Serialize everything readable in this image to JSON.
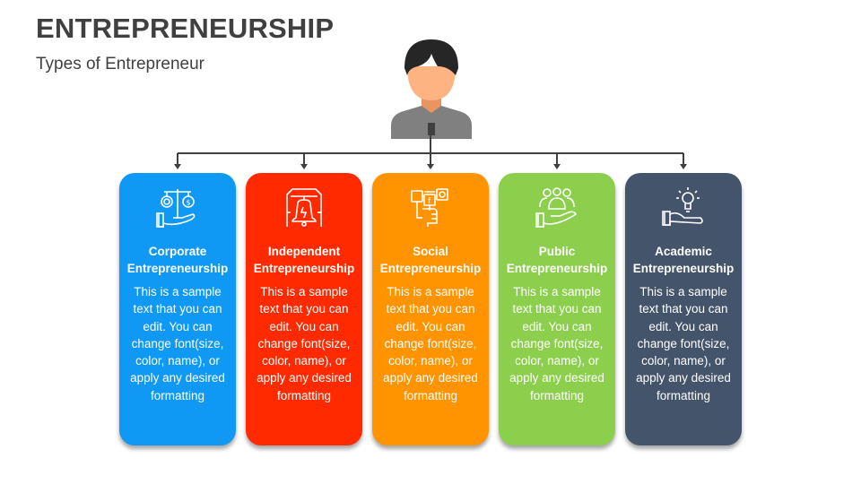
{
  "header": {
    "title": "ENTREPRENEURSHIP",
    "subtitle": "Types of Entrepreneur"
  },
  "root": {
    "icon": "person-avatar-icon"
  },
  "colors": {
    "text_dark": "#404040",
    "connector": "#404040",
    "corporate": "#0f99f5",
    "independent": "#ff2a00",
    "social": "#ff9300",
    "public": "#8ccf4c",
    "academic": "#44546a"
  },
  "cards": [
    {
      "title_line1": "Corporate",
      "title_line2": "Entrepreneurship",
      "icon": "money-balance-hand-icon",
      "color": "#0f99f5",
      "body": "This is a sample text that you can edit. You can change font(size, color, name), or apply any desired formatting"
    },
    {
      "title_line1": "Independent",
      "title_line2": "Entrepreneurship",
      "icon": "liberty-bell-icon",
      "color": "#ff2a00",
      "body": "This is a sample text that you can edit. You can change font(size, color, name), or apply any desired formatting"
    },
    {
      "title_line1": "Social",
      "title_line2": "Entrepreneurship",
      "icon": "social-media-hand-icon",
      "color": "#ff9300",
      "body": "This is a sample text that you can edit. You can change font(size, color, name), or apply any desired formatting"
    },
    {
      "title_line1": "Public",
      "title_line2": "Entrepreneurship",
      "icon": "people-on-hand-icon",
      "color": "#8ccf4c",
      "body": "This is a sample text that you can edit. You can change font(size, color, name), or apply any desired formatting"
    },
    {
      "title_line1": "Academic",
      "title_line2": "Entrepreneurship",
      "icon": "lightbulb-hand-icon",
      "color": "#44546a",
      "body": "This is a sample text that you can edit. You can change font(size, color, name), or apply any desired formatting"
    }
  ]
}
